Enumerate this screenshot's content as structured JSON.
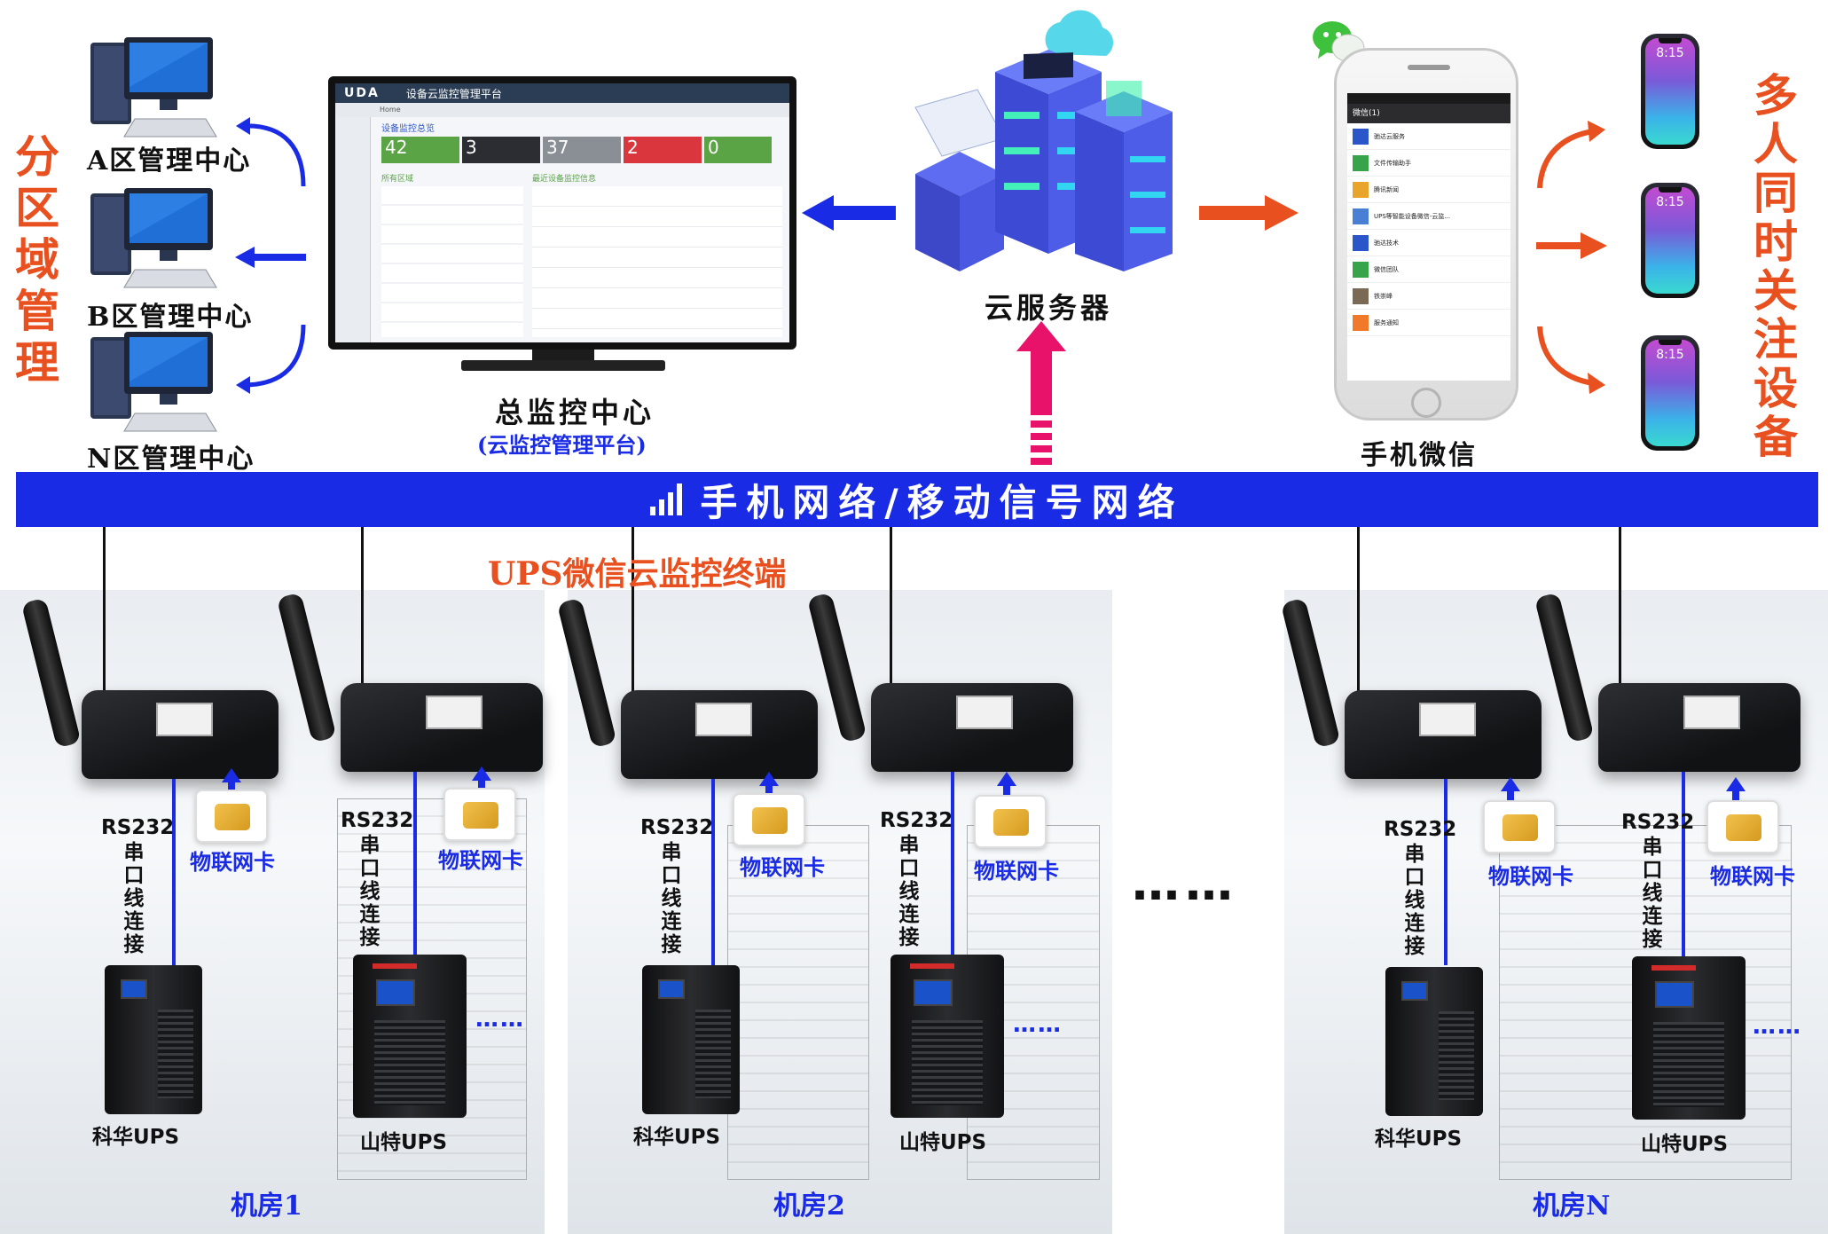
{
  "left_group": {
    "vertical_label": [
      "分",
      "区",
      "域",
      "管",
      "理"
    ],
    "centers": [
      {
        "label": "A区管理中心"
      },
      {
        "label": "B区管理中心"
      },
      {
        "label": "N区管理中心"
      }
    ]
  },
  "main_monitor": {
    "title": "总监控中心",
    "subtitle": "(云监控管理平台)",
    "screen": {
      "logo": "UDA",
      "app_title": "设备云监控管理平台",
      "breadcrumb": "Home",
      "section_title": "设备监控总览",
      "stats": [
        {
          "value": "42",
          "color": "#5aa445"
        },
        {
          "value": "3",
          "color": "#2b2d33"
        },
        {
          "value": "37",
          "color": "#8a8f96"
        },
        {
          "value": "2",
          "color": "#d9363e"
        },
        {
          "value": "0",
          "color": "#5aa445"
        }
      ],
      "left_panel_title": "所有区域",
      "right_panel_title": "最近设备监控信息"
    }
  },
  "cloud_server": {
    "label": "云服务器"
  },
  "wechat_phone": {
    "label": "手机微信",
    "screen_header": "微信(1)",
    "chats": [
      {
        "name": "驰达云服务",
        "color": "#2b56c9"
      },
      {
        "name": "文件传输助手",
        "color": "#37a34a"
      },
      {
        "name": "腾讯新闻",
        "color": "#e8a42b"
      },
      {
        "name": "UPS等智能设备微信-云监...",
        "color": "#4a7fd6"
      },
      {
        "name": "驰达技术",
        "color": "#2b56c9"
      },
      {
        "name": "微信团队",
        "color": "#37a34a"
      },
      {
        "name": "铁崇峰",
        "color": "#7a6a55"
      },
      {
        "name": "服务通知",
        "color": "#f07a2a"
      }
    ]
  },
  "multi_device": {
    "vertical_label": [
      "多",
      "人",
      "同",
      "时",
      "关",
      "注",
      "设",
      "备"
    ],
    "phones": [
      {
        "clock": "8:15"
      },
      {
        "clock": "8:15"
      },
      {
        "clock": "8:15"
      }
    ]
  },
  "network_bar": {
    "label": "手机网络/移动信号网络"
  },
  "terminal_title": "UPS微信云监控终端",
  "rooms": [
    {
      "label": "机房1",
      "units": [
        {
          "serial_title": "RS232",
          "serial_caption": [
            "串",
            "口",
            "线",
            "连",
            "接"
          ],
          "sim_label": "物联网卡",
          "ups_label": "科华UPS"
        },
        {
          "serial_title": "RS232",
          "serial_caption": [
            "串",
            "口",
            "线",
            "连",
            "接"
          ],
          "sim_label": "物联网卡",
          "ups_label": "山特UPS"
        }
      ],
      "more": "……"
    },
    {
      "label": "机房2",
      "units": [
        {
          "serial_title": "RS232",
          "serial_caption": [
            "串",
            "口",
            "线",
            "连",
            "接"
          ],
          "sim_label": "物联网卡",
          "ups_label": "科华UPS"
        },
        {
          "serial_title": "RS232",
          "serial_caption": [
            "串",
            "口",
            "线",
            "连",
            "接"
          ],
          "sim_label": "物联网卡",
          "ups_label": "山特UPS"
        }
      ],
      "more": "……"
    },
    {
      "label": "机房N",
      "units": [
        {
          "serial_title": "RS232",
          "serial_caption": [
            "串",
            "口",
            "线",
            "连",
            "接"
          ],
          "sim_label": "物联网卡",
          "ups_label": "科华UPS"
        },
        {
          "serial_title": "RS232",
          "serial_caption": [
            "串",
            "口",
            "线",
            "连",
            "接"
          ],
          "sim_label": "物联网卡",
          "ups_label": "山特UPS"
        }
      ],
      "more": "……"
    }
  ],
  "ellipsis_between_rooms": "……",
  "colors": {
    "accent_orange": "#e8501f",
    "network_blue": "#1a2be6",
    "upload_pink": "#e8126b"
  }
}
